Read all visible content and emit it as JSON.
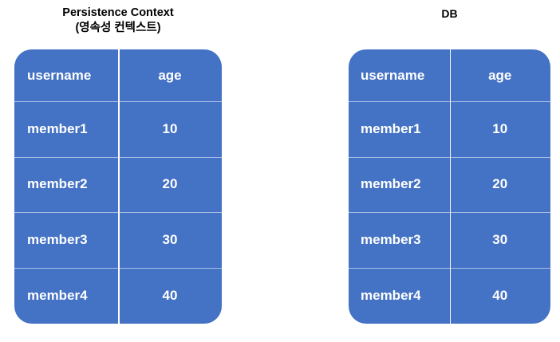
{
  "panels": [
    {
      "id": "persistence-context",
      "title": "Persistence Context",
      "subtitle": "(영속성 컨텍스트)",
      "table": {
        "columns": [
          "username",
          "age"
        ],
        "rows": [
          {
            "username": "member1",
            "age": "10"
          },
          {
            "username": "member2",
            "age": "20"
          },
          {
            "username": "member3",
            "age": "30"
          },
          {
            "username": "member4",
            "age": "40"
          }
        ]
      }
    },
    {
      "id": "db",
      "title": "DB",
      "subtitle": "",
      "table": {
        "columns": [
          "username",
          "age"
        ],
        "rows": [
          {
            "username": "member1",
            "age": "10"
          },
          {
            "username": "member2",
            "age": "20"
          },
          {
            "username": "member3",
            "age": "30"
          },
          {
            "username": "member4",
            "age": "40"
          }
        ]
      }
    }
  ],
  "colors": {
    "table_fill": "#4472C4",
    "table_text": "#ffffff",
    "divider": "#ffffff",
    "title_text": "#000000",
    "background": "#ffffff"
  }
}
